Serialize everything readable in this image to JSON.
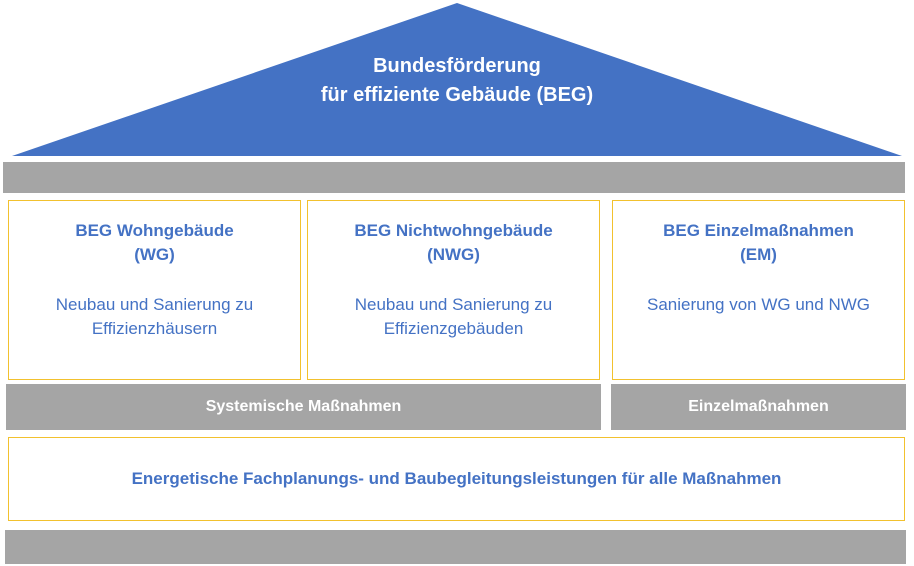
{
  "roof": {
    "line1": "Bundesförderung",
    "line2": "für effiziente Gebäude (BEG)"
  },
  "pillars": [
    {
      "title1": "BEG Wohngebäude",
      "title2": "(WG)",
      "desc1": "Neubau und Sanierung zu",
      "desc2": "Effizienzhäusern"
    },
    {
      "title1": "BEG Nichtwohngebäude",
      "title2": "(NWG)",
      "desc1": "Neubau und Sanierung zu",
      "desc2": "Effizienzgebäuden"
    },
    {
      "title1": "BEG Einzelmaßnahmen",
      "title2": "(EM)",
      "desc1": "Sanierung von WG und NWG",
      "desc2": ""
    }
  ],
  "bars": {
    "systemic": "Systemische Maßnahmen",
    "single": "Einzelmaßnahmen"
  },
  "foundation": "Energetische Fachplanungs- und Baubegleitungsleistungen für alle Maßnahmen",
  "colors": {
    "blue": "#4472C4",
    "grey": "#A5A5A5",
    "border": "#F2C12E"
  }
}
